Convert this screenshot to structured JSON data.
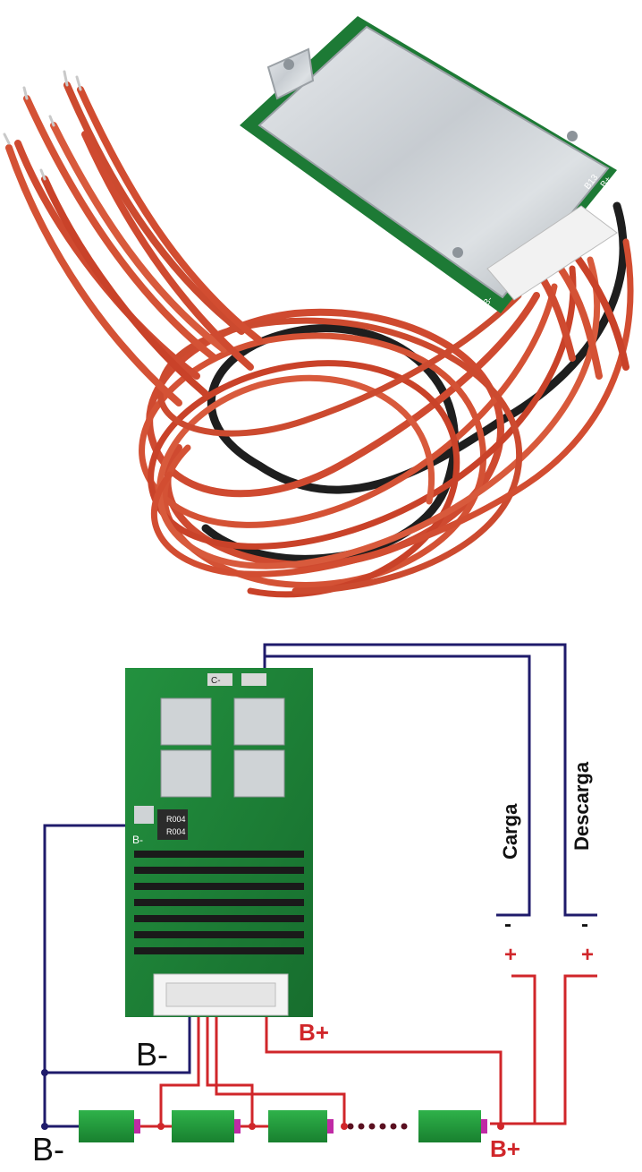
{
  "diagram": {
    "label_b_minus_board": "B-",
    "label_b_plus_board": "B+",
    "label_b_minus_bottom": "B-",
    "label_b_plus_bottom": "B+",
    "label_carga": "Carga",
    "label_descarga": "Descarga",
    "minus_sign": "-",
    "plus_sign": "+",
    "board_pad_b_minus": "B-",
    "board_pad_c_minus": "C-",
    "resistor_code_1": "R004",
    "resistor_code_2": "R004",
    "pcb_pad_b13": "B13",
    "pcb_pad_b_plus": "B+",
    "pcb_pad_b_minus": "B-"
  },
  "colors": {
    "wire_red": "#cf4a30",
    "wire_dark": "#1e1e1e",
    "diagram_blue": "#1f1b6b",
    "diagram_red": "#d0262a",
    "cell_green": "#1f9a3a",
    "pcb_green": "#1d7a35"
  }
}
